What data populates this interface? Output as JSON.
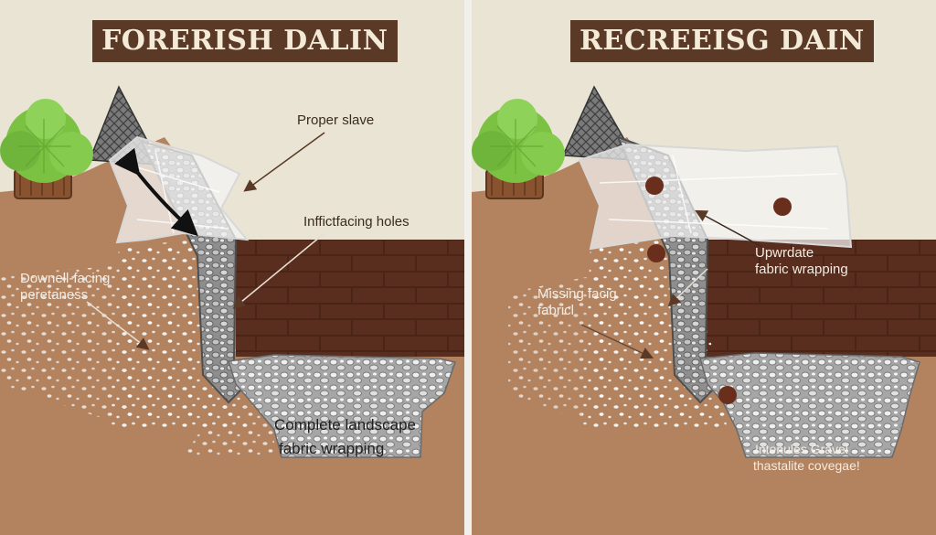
{
  "left_panel": {
    "title": "FORERISH DALIN",
    "labels": {
      "proper_slave": "Proper slave",
      "infficfacing_holes": "Inffictfacing holes",
      "downell_facing_line1": "Downell-facing",
      "downell_facing_line2": "peretaness",
      "complete_fabric_line1": "Complete landscape",
      "complete_fabric_line2": "fabric wrapping"
    }
  },
  "right_panel": {
    "title": "RECREEISG DAIN",
    "labels": {
      "upwrdate_line1": "Upwrdate",
      "upwrdate_line2": "fabric wrapping",
      "missing_line1": "Missing facig",
      "missing_line2": "fabricl",
      "gravel_line1": "Intenules Gravel",
      "gravel_line2": "thastalite covegae!"
    }
  },
  "colors": {
    "sky": "#e9e4d4",
    "soil": "#b3835f",
    "dark_soil": "#5a2e1e",
    "title_bg": "#5a3a26",
    "gravel": "#9a9a9a",
    "fabric": "#f4f4f4",
    "bush": "#7cc242"
  }
}
